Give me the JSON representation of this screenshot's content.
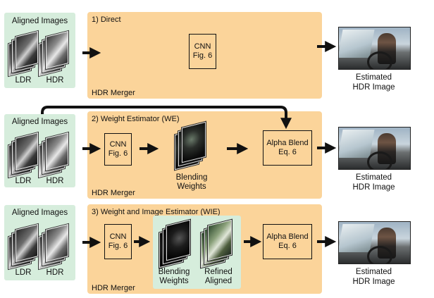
{
  "rows": [
    {
      "inputs": {
        "title": "Aligned Images",
        "ldr": "LDR",
        "hdr": "HDR"
      },
      "panel": {
        "title": "1) Direct",
        "merger": "HDR Merger"
      },
      "cnn": {
        "line1": "CNN",
        "line2": "Fig. 6"
      },
      "output": {
        "line1": "Estimated",
        "line2": "HDR Image"
      }
    },
    {
      "inputs": {
        "title": "Aligned Images",
        "ldr": "LDR",
        "hdr": "HDR"
      },
      "panel": {
        "title": "2) Weight Estimator (WE)",
        "merger": "HDR Merger"
      },
      "cnn": {
        "line1": "CNN",
        "line2": "Fig. 6"
      },
      "weights": {
        "line1": "Blending",
        "line2": "Weights"
      },
      "blend": {
        "line1": "Alpha Blend",
        "line2": "Eq. 6"
      },
      "output": {
        "line1": "Estimated",
        "line2": "HDR Image"
      }
    },
    {
      "inputs": {
        "title": "Aligned Images",
        "ldr": "LDR",
        "hdr": "HDR"
      },
      "panel": {
        "title": "3) Weight and Image Estimator (WIE)",
        "merger": "HDR Merger"
      },
      "cnn": {
        "line1": "CNN",
        "line2": "Fig. 6"
      },
      "weights": {
        "line1": "Blending",
        "line2": "Weights"
      },
      "refined": {
        "line1": "Refined",
        "line2": "Aligned"
      },
      "blend": {
        "line1": "Alpha Blend",
        "line2": "Eq. 6"
      },
      "output": {
        "line1": "Estimated",
        "line2": "HDR Image"
      }
    }
  ],
  "colors": {
    "input_bg": "#d6eddc",
    "panel_bg": "#fbd49a",
    "arrow": "#111111"
  }
}
